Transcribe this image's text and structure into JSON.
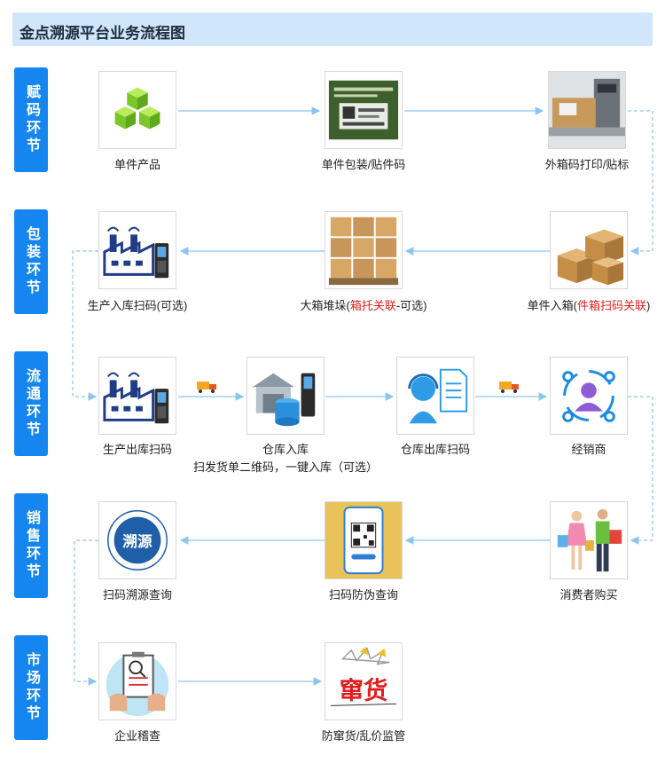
{
  "title": "金点溯源平台业务流程图",
  "stages": [
    "赋码环节",
    "包装环节",
    "流通环节",
    "销售环节",
    "市场环节"
  ],
  "nodes": {
    "single_product": "单件产品",
    "single_pack": "单件包装/贴件码",
    "outer_box": "外箱码打印/贴标",
    "boxing_pre": "单件入箱(",
    "boxing_red": "件箱扫码关联",
    "boxing_post": ")",
    "pallet_pre": "大箱堆垛(",
    "pallet_red": "箱托关联",
    "pallet_post": "-可选)",
    "prod_in": "生产入库扫码(可选)",
    "prod_out": "生产出库扫码",
    "warehouse_in": "仓库入库",
    "warehouse_in_note": "扫发货单二维码，一键入库（可选）",
    "warehouse_out": "仓库出库扫码",
    "dealer": "经销商",
    "consumer": "消费者购买",
    "anti_fake": "扫码防伪查询",
    "trace_query": "扫码溯源查询",
    "trace_badge": "溯源",
    "audit": "企业稽查",
    "counterfeit": "防窜货/乱价监管",
    "counterfeit_badge": "窜货"
  },
  "colors": {
    "accent": "#1585f0",
    "title_bg": "#cfe6fb",
    "arrow": "#8cc5ef",
    "highlight": "#e02020"
  }
}
